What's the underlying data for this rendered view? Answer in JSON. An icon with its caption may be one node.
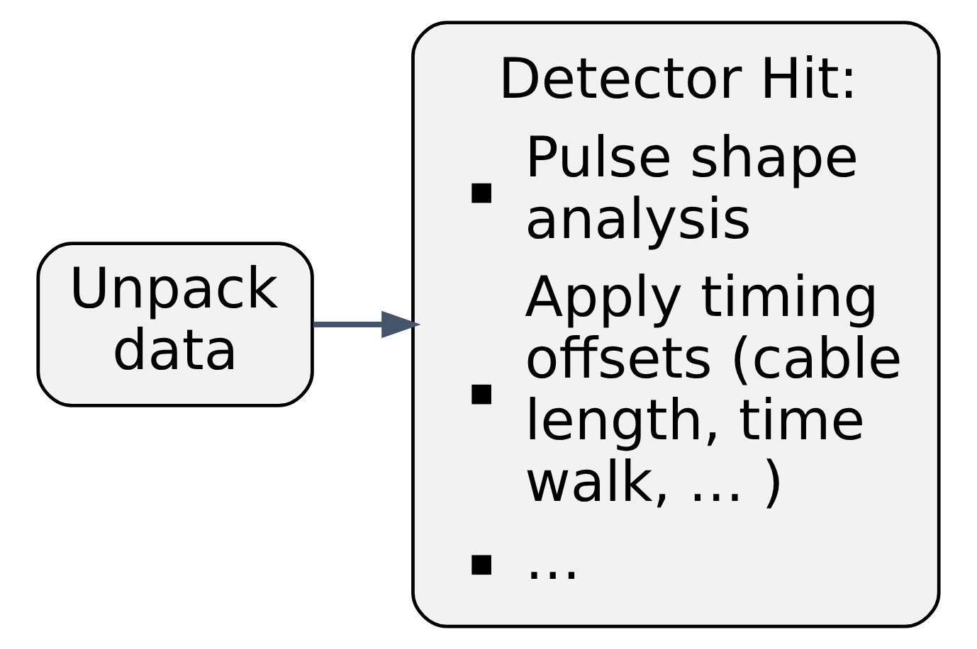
{
  "diagram": {
    "nodes": [
      {
        "text": [
          "Unpack data"
        ]
      },
      {
        "text": [
          "Detector Hit:",
          "Pulse shape analysis",
          "Apply timing offsets (cable length, time walk, … )",
          "…"
        ]
      }
    ],
    "edges": [
      {
        "from": 0,
        "to": 1,
        "arrow": "to",
        "color": "#44546a"
      }
    ]
  }
}
